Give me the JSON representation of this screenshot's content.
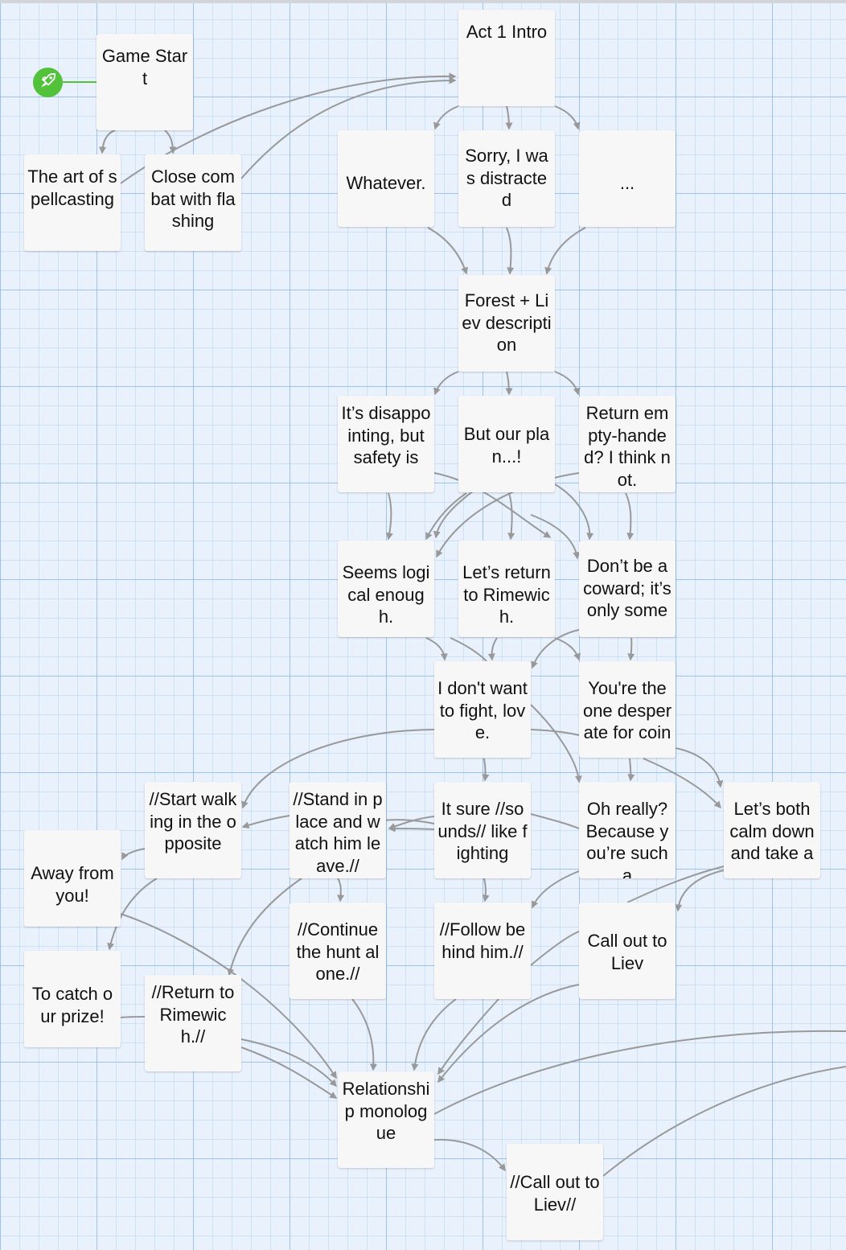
{
  "story_map": {
    "start_badge_icon": "rocket-icon",
    "colors": {
      "grid_bg": "#e8f1fc",
      "card": "#f7f7f7",
      "connector": "#999999",
      "start": "#52c23a"
    },
    "passages": [
      {
        "id": "game-start",
        "title": "Game Start"
      },
      {
        "id": "act1-intro",
        "title": "Act 1 Intro"
      },
      {
        "id": "art-of-spellcasting",
        "title": "The art of spellcasting"
      },
      {
        "id": "close-combat",
        "title": "Close combat with flashing"
      },
      {
        "id": "whatever",
        "title": "Whatever."
      },
      {
        "id": "sorry-distracted",
        "title": "Sorry, I was distracted"
      },
      {
        "id": "ellipsis",
        "title": "..."
      },
      {
        "id": "forest-liev",
        "title": "Forest + Liev description"
      },
      {
        "id": "disappointing",
        "title": "It’s disappointing, but safety is"
      },
      {
        "id": "but-our-plan",
        "title": "But our plan...!"
      },
      {
        "id": "return-empty",
        "title": "Return empty-handed? I think not."
      },
      {
        "id": "seems-logical",
        "title": "Seems logical enough."
      },
      {
        "id": "return-rimewich",
        "title": "Let’s return to Rimewich."
      },
      {
        "id": "dont-be-coward",
        "title": "Don’t be a coward; it’s only some"
      },
      {
        "id": "dont-want-fight",
        "title": "I don't want to fight, love."
      },
      {
        "id": "desperate-coin",
        "title": "You're the one desperate for coin"
      },
      {
        "id": "start-walking",
        "title": "//Start walking in the opposite"
      },
      {
        "id": "stand-in-place",
        "title": "//Stand in place and watch him leave.//"
      },
      {
        "id": "sounds-fighting",
        "title": "It sure //sounds// like fighting"
      },
      {
        "id": "oh-really",
        "title": "Oh really? Because you’re such a"
      },
      {
        "id": "calm-down",
        "title": "Let’s both calm down and take a"
      },
      {
        "id": "away-from-you",
        "title": "Away from you!"
      },
      {
        "id": "continue-hunt",
        "title": "//Continue the hunt alone.//"
      },
      {
        "id": "follow-behind",
        "title": "//Follow behind him.//"
      },
      {
        "id": "call-out-liev",
        "title": "Call out to Liev"
      },
      {
        "id": "catch-prize",
        "title": "To catch our prize!"
      },
      {
        "id": "return-to-rimewich",
        "title": "//Return to Rimewich.//"
      },
      {
        "id": "relationship-monologue",
        "title": "Relationship monologue"
      },
      {
        "id": "call-out-liev-italic",
        "title": "//Call out to Liev//"
      }
    ]
  }
}
